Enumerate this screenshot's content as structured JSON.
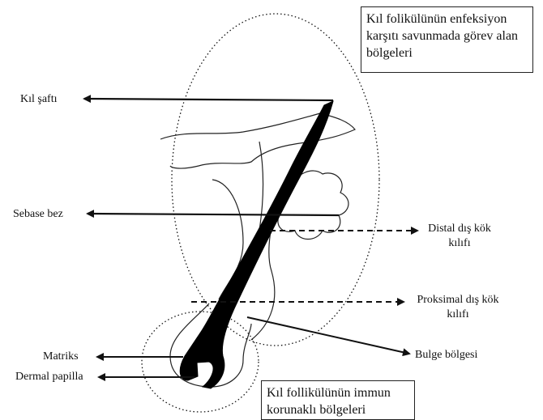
{
  "boxes": {
    "defense": "Kıl folikülünün enfeksiyon karşıtı savunmada görev alan bölgeleri",
    "immune": "Kıl follikülünün immun korunaklı bölgeleri"
  },
  "labels": {
    "shaft": "Kıl şaftı",
    "sebaceous": "Sebase bez",
    "distal": "Distal dış kök kılıfı",
    "proximal": "Proksimal dış kök kılıfı",
    "bulge": "Bulge bölgesi",
    "matrix": "Matriks",
    "papilla": "Dermal papilla"
  }
}
